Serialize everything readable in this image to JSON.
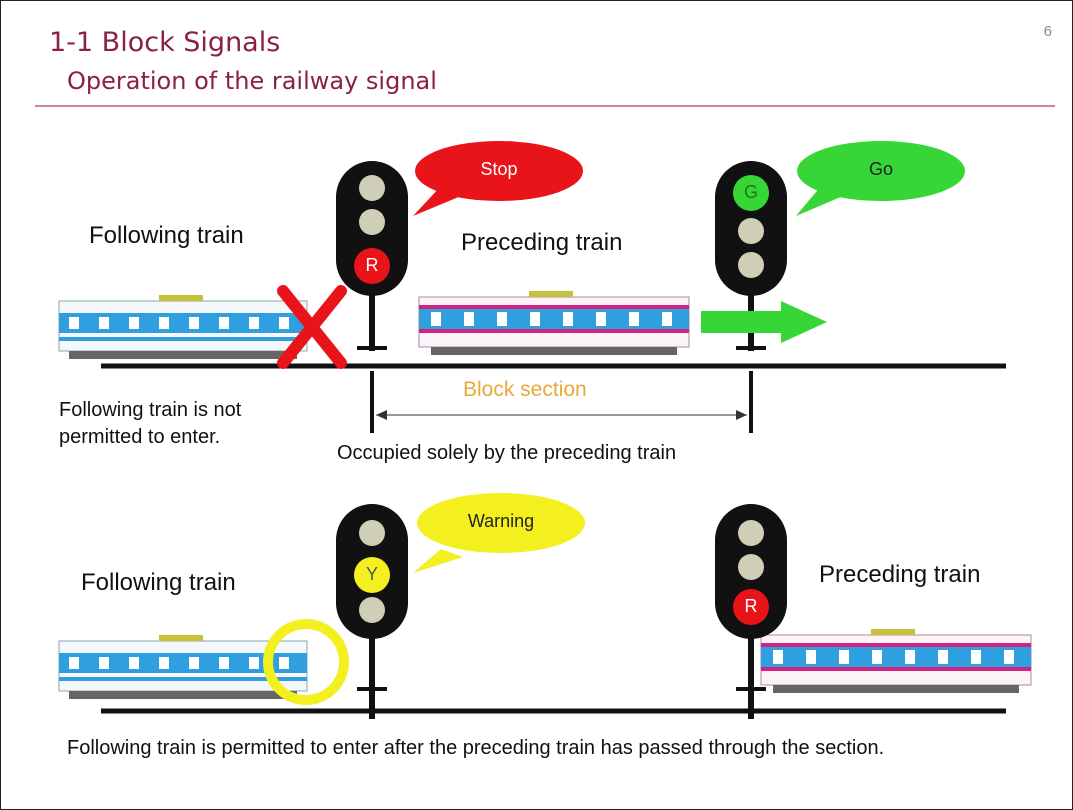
{
  "slide": {
    "title": "1-1 Block Signals",
    "subtitle": "Operation of the railway signal",
    "page_number": "6"
  },
  "scene_top": {
    "following_label": "Following train",
    "preceding_label": "Preceding train",
    "signal_1": {
      "lamps": [
        "",
        "",
        "R"
      ],
      "active": "red",
      "bubble": "Stop"
    },
    "signal_2": {
      "lamps": [
        "G",
        "",
        ""
      ],
      "active": "green",
      "bubble": "Go"
    },
    "block_section_label": "Block section",
    "note_following": "Following train is not permitted to enter.",
    "note_section": "Occupied solely by the preceding train"
  },
  "scene_bottom": {
    "following_label": "Following train",
    "preceding_label": "Preceding train",
    "signal_1": {
      "lamps": [
        "",
        "Y",
        ""
      ],
      "active": "yellow",
      "bubble": "Warning"
    },
    "signal_2": {
      "lamps": [
        "",
        "",
        "R"
      ],
      "active": "red"
    },
    "note": "Following train is permitted to enter after the preceding train has passed through the section."
  },
  "colors": {
    "title": "#8a2240",
    "red": "#e8141a",
    "green": "#35d635",
    "yellow": "#f4f020",
    "block_label": "#e8a93a",
    "following_train_stripe": "#2f9fe0",
    "preceding_train_stripe": "#d0247e"
  }
}
